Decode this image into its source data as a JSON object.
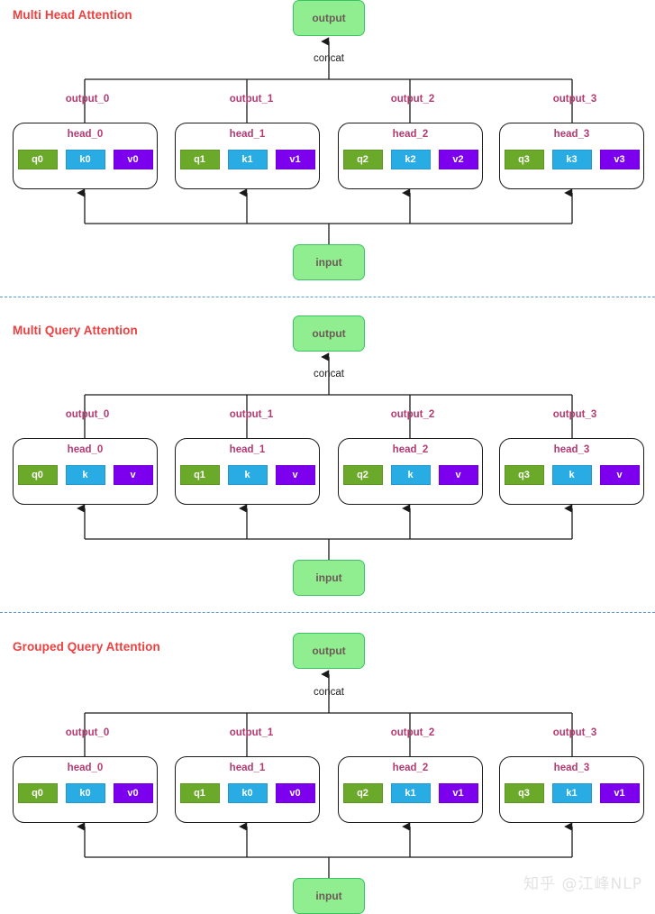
{
  "page": {
    "watermark": "知乎 @江峰NLP",
    "colors": {
      "title": "#ec4040",
      "label": "#b63a72",
      "q": "#6ba92a",
      "k": "#29ace4",
      "v": "#7c00ed",
      "box_fill": "#90ee90",
      "box_border": "#39c463",
      "divider": "#5b9bd5",
      "wire": "#1a1a1a"
    }
  },
  "sections": [
    {
      "id": "multi-head-attention",
      "title": "Multi Head Attention",
      "output_label": "output",
      "input_label": "input",
      "concat_label": "concat",
      "heads": [
        {
          "name": "head_0",
          "output": "output_0",
          "q": "q0",
          "k": "k0",
          "v": "v0"
        },
        {
          "name": "head_1",
          "output": "output_1",
          "q": "q1",
          "k": "k1",
          "v": "v1"
        },
        {
          "name": "head_2",
          "output": "output_2",
          "q": "q2",
          "k": "k2",
          "v": "v2"
        },
        {
          "name": "head_3",
          "output": "output_3",
          "q": "q3",
          "k": "k3",
          "v": "v3"
        }
      ]
    },
    {
      "id": "multi-query-attention",
      "title": "Multi Query Attention",
      "output_label": "output",
      "input_label": "input",
      "concat_label": "concat",
      "heads": [
        {
          "name": "head_0",
          "output": "output_0",
          "q": "q0",
          "k": "k",
          "v": "v"
        },
        {
          "name": "head_1",
          "output": "output_1",
          "q": "q1",
          "k": "k",
          "v": "v"
        },
        {
          "name": "head_2",
          "output": "output_2",
          "q": "q2",
          "k": "k",
          "v": "v"
        },
        {
          "name": "head_3",
          "output": "output_3",
          "q": "q3",
          "k": "k",
          "v": "v"
        }
      ]
    },
    {
      "id": "grouped-query-attention",
      "title": "Grouped Query Attention",
      "output_label": "output",
      "input_label": "input",
      "concat_label": "concat",
      "heads": [
        {
          "name": "head_0",
          "output": "output_0",
          "q": "q0",
          "k": "k0",
          "v": "v0"
        },
        {
          "name": "head_1",
          "output": "output_1",
          "q": "q1",
          "k": "k0",
          "v": "v0"
        },
        {
          "name": "head_2",
          "output": "output_2",
          "q": "q2",
          "k": "k1",
          "v": "v1"
        },
        {
          "name": "head_3",
          "output": "output_3",
          "q": "q3",
          "k": "k1",
          "v": "v1"
        }
      ]
    }
  ]
}
